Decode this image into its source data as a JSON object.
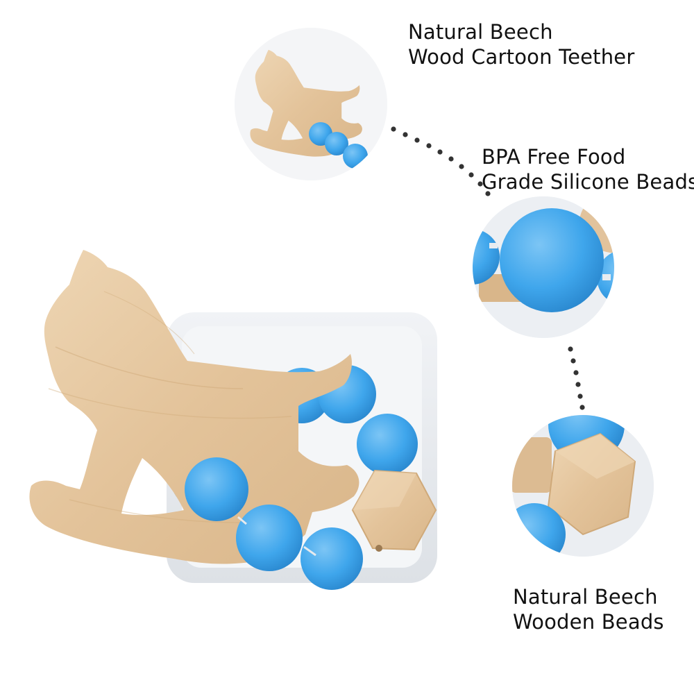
{
  "callouts": [
    {
      "line1": "Natural Beech",
      "line2": "Wood Cartoon Teether"
    },
    {
      "line1": "BPA Free Food",
      "line2": "Grade Silicone Beads"
    },
    {
      "line1": "Natural Beech",
      "line2": "Wooden Beads"
    }
  ],
  "colors": {
    "silicone_bead": "#3fa6ec",
    "wood": "#e8cba3",
    "tray": "#eceef1",
    "dots": "#333333"
  },
  "icons": [
    "rocking-horse-teether",
    "silicone-bead",
    "hexagon-wooden-bead"
  ]
}
